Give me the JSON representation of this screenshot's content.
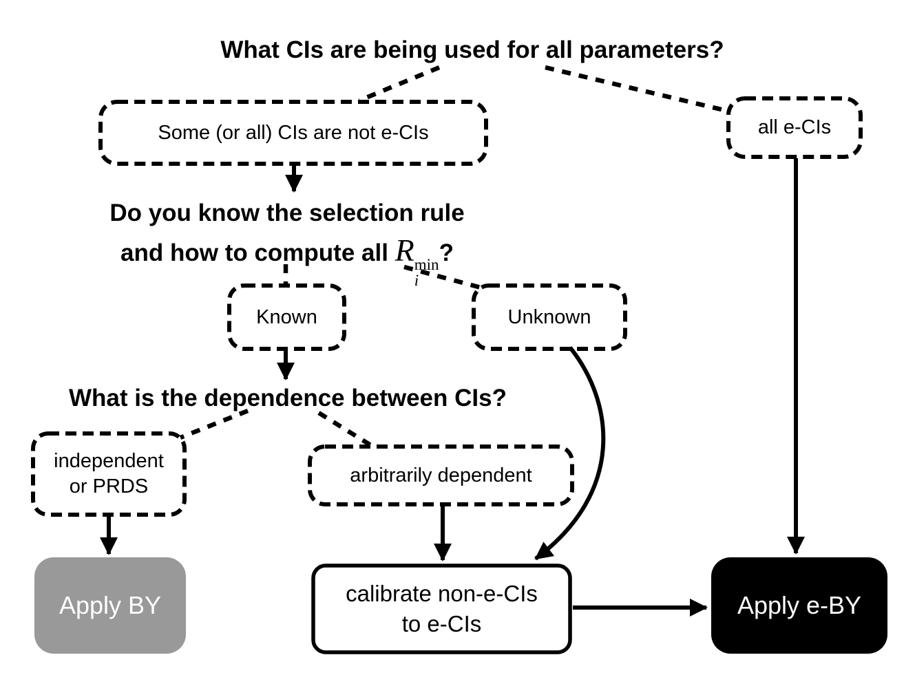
{
  "title": "What CIs are being used for all parameters?",
  "q_selection": {
    "line1": "Do you know the selection rule",
    "line2_prefix": "and how to compute all ",
    "math_base": "R",
    "math_sup": "min",
    "math_sub": "i",
    "mark": "?"
  },
  "q_dependence": "What is the dependence between CIs?",
  "nodes": {
    "some_not_ecis": "Some (or all) CIs are not e-CIs",
    "all_ecis": "all e-CIs",
    "known": "Known",
    "unknown": "Unknown",
    "independent_line1": "independent",
    "independent_line2": "or PRDS",
    "arbitrarily_dependent": "arbitrarily dependent",
    "apply_by": "Apply BY",
    "calibrate_line1": "calibrate non-e-CIs",
    "calibrate_line2": "to e-CIs",
    "apply_eby": "Apply e-BY"
  },
  "colors": {
    "ink": "#000000",
    "apply_by_fill": "#999999",
    "apply_eby_fill": "#000000",
    "action_text": "#ffffff",
    "background": "#ffffff"
  }
}
